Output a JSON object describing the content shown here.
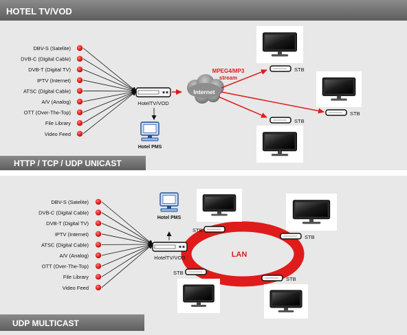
{
  "header": {
    "title": "HOTEL TV/VOD"
  },
  "unicast": {
    "footer": "HTTP / TCP / UDP UNICAST",
    "sources": [
      "DBV-S (Satelite)",
      "DVB-C (Digital Cable)",
      "DVB-T (Digital TV)",
      "IPTV (Internet)",
      "ATSC (Digital Cable)",
      "A/V (Analog)",
      "OTT (Over-The-Top)",
      "File Library",
      "Video Feed"
    ],
    "server_label": "HotelTV/VOD",
    "pms_label": "Hotel PMS",
    "cloud_label": "Internet",
    "stream_label_1": "MPEG4/MP3",
    "stream_label_2": "stream",
    "stb_labels": [
      "STB",
      "STB",
      "STB"
    ]
  },
  "multicast": {
    "footer": "UDP MULTICAST",
    "sources": [
      "DBV-S (Satelite)",
      "DVB-C (Digital Cable)",
      "DVB-T (Digital TV)",
      "IPTV (Internet)",
      "ATSC (Digital Cable)",
      "A/V (Analog)",
      "OTT (Over-The-Top)",
      "File Library",
      "Video Feed"
    ],
    "server_label": "HotelTV/VOD",
    "pms_label": "Hotel PMS",
    "lan_label": "LAN",
    "stb_labels": [
      "STB",
      "STB",
      "STB",
      "STB"
    ]
  },
  "colors": {
    "header_bg": "#6e6e6e",
    "panel_bg": "#e8e8e8",
    "accent": "#e01b1b",
    "black": "#111111"
  }
}
